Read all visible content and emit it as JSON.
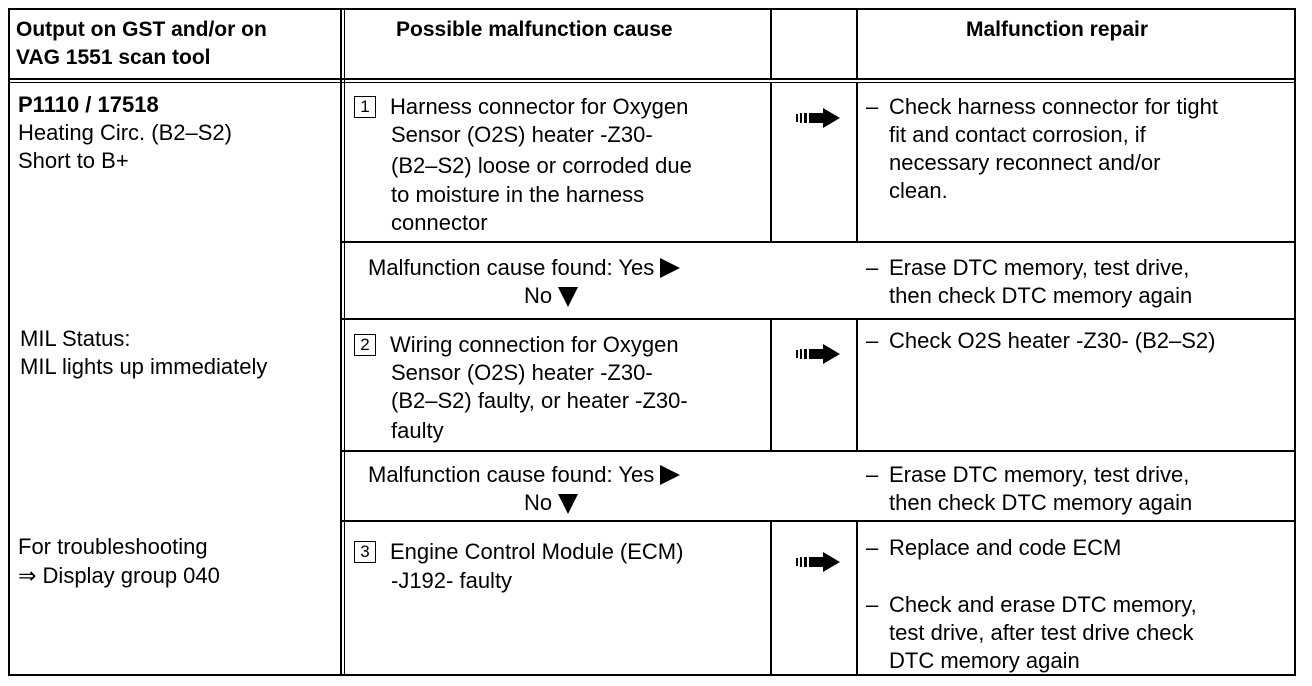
{
  "headers": {
    "output": [
      "Output on GST and/or on",
      "VAG 1551 scan tool"
    ],
    "cause": "Possible malfunction cause",
    "repair": "Malfunction repair"
  },
  "output_col": {
    "code": "P1110 / 17518",
    "desc": [
      "Heating Circ. (B2–S2)",
      "Short to B+"
    ],
    "mil": [
      "MIL Status:",
      "MIL lights up immediately"
    ],
    "troubleshoot": [
      "For troubleshooting",
      "⇒ Display group 040"
    ]
  },
  "steps": [
    {
      "num": "1",
      "cause": [
        "Harness connector for Oxygen",
        "Sensor (O2S) heater -Z30-",
        "(B2–S2) loose or corroded due",
        "to moisture in the harness",
        "connector"
      ],
      "repair": [
        "Check harness connector for tight",
        "fit and contact corrosion, if",
        "necessary reconnect and/or",
        "clean."
      ]
    },
    {
      "num": "2",
      "cause": [
        "Wiring connection for Oxygen",
        "Sensor (O2S) heater -Z30-",
        "(B2–S2) faulty, or heater -Z30-",
        "faulty"
      ],
      "repair": [
        "Check O2S heater -Z30- (B2–S2)"
      ]
    },
    {
      "num": "3",
      "cause": [
        "Engine Control Module (ECM)",
        "-J192- faulty"
      ],
      "repair": [
        "Replace and code ECM"
      ],
      "repair2": [
        "Check and erase DTC memory,",
        "test drive, after test drive check",
        "DTC memory again"
      ]
    }
  ],
  "found": {
    "yes": "Malfunction cause found: Yes",
    "no": "No",
    "repair": [
      "Erase DTC memory, test drive,",
      "then check DTC memory again"
    ]
  },
  "dash": "–"
}
